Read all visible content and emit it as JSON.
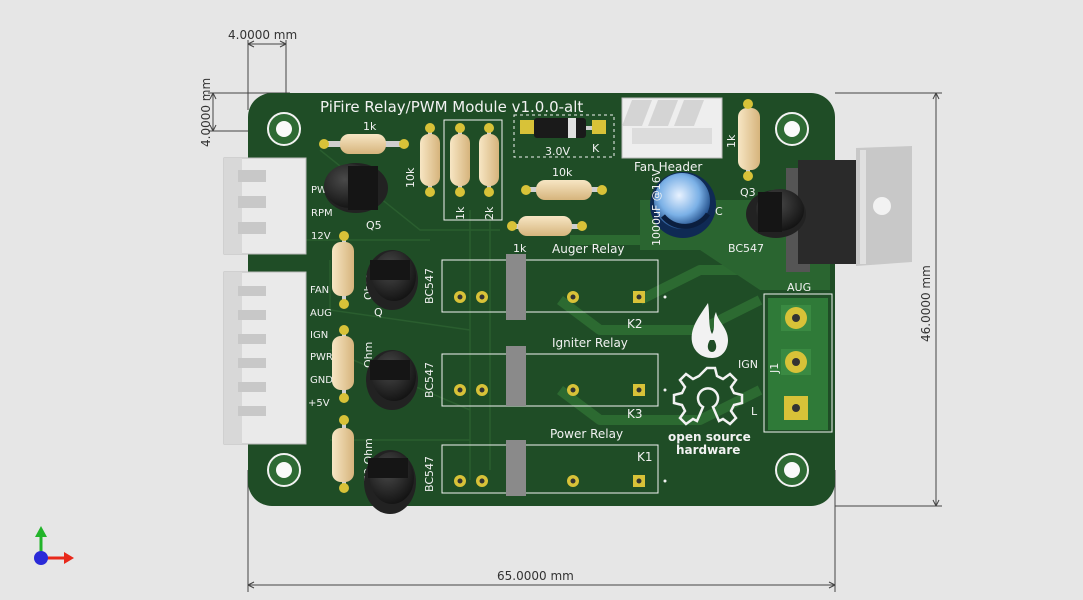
{
  "viewer": {
    "axis_colors": {
      "x": "#e8281a",
      "y": "#22b42a",
      "z": "#2a2ad8"
    }
  },
  "dimensions": {
    "top_h": "4.0000 mm",
    "top_v": "4.0000 mm",
    "right": "46.0000 mm",
    "bottom": "65.0000 mm"
  },
  "board": {
    "title": "PiFire Relay/PWM Module v1.0.0-alt",
    "fan_header": "Fan Header",
    "logo_line1": "open source",
    "logo_line2": "hardware",
    "colors": {
      "pcb": "#1f4d26",
      "copper": "#2c6a31",
      "pad": "#d8c238",
      "silk": "#f2f2f2"
    }
  },
  "connectors": {
    "top_left": [
      "PWM",
      "RPM",
      "12V"
    ],
    "bottom_left": [
      "FAN",
      "AUG",
      "IGN",
      "PWR",
      "GND",
      "+5V"
    ],
    "j1_ref": "J1",
    "j1_pins": [
      "AUG",
      "IGN",
      "L"
    ]
  },
  "components": {
    "r_top": "1k",
    "r_10k_v": "10k",
    "r_1k_v": "1k",
    "r_2k_v": "2k",
    "r_10k_h": "10k",
    "r_1k_h": "1k",
    "r_1k_right": "1k",
    "diode_value": "3.0V",
    "diode_k": "K",
    "cap_value": "1000uF @16V",
    "q5": "Q5",
    "q3": "Q3",
    "q_mid": "Q",
    "bc_a": "BC547",
    "bc_b": "BC547",
    "bc_c": "BC547",
    "bc_d": "BC547",
    "ohm_a": "Ohm",
    "ohm_b": "Ohm",
    "ohm_c": "70 Ohm",
    "c_ref": "C",
    "relays": [
      {
        "label": "Auger Relay",
        "ref": "K2"
      },
      {
        "label": "Igniter Relay",
        "ref": "K3"
      },
      {
        "label": "Power Relay",
        "ref": "K1"
      }
    ]
  }
}
